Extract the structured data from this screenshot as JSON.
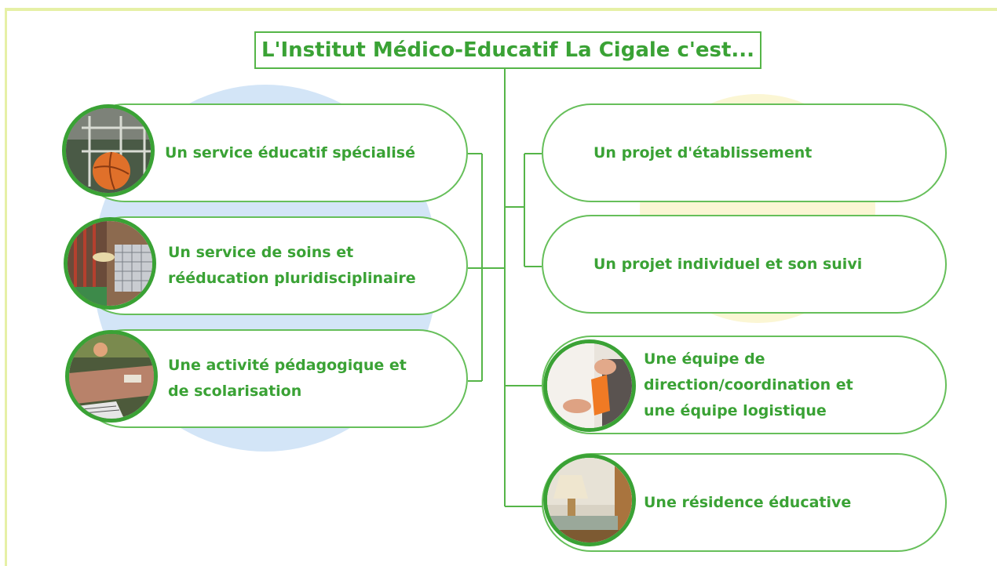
{
  "title": "L'Institut Médico-Educatif La Cigale c'est...",
  "left_items": [
    {
      "label": "Un service éducatif spécialisé",
      "photo": "basketball-photo"
    },
    {
      "label": "Un service de soins et\nrééducation pluridisciplinaire",
      "photo": "therapy-photo"
    },
    {
      "label": "Une activité pédagogique et\nde scolarisation",
      "photo": "classroom-photo"
    }
  ],
  "right_items": [
    {
      "label": "Un projet d'établissement"
    },
    {
      "label": "Un projet individuel et son suivi"
    },
    {
      "label": "Une équipe de\ndirection/coordination et\nune équipe logistique",
      "photo": "staff-photo"
    },
    {
      "label": "Une résidence éducative",
      "photo": "residence-lamp-photo"
    }
  ],
  "colors": {
    "accent_green": "#3aa235",
    "line_green": "#55b548",
    "blob_blue": "#d3e5f7",
    "blob_yellow": "#fbf6d4",
    "frame_yellow": "#e6f0a6"
  }
}
